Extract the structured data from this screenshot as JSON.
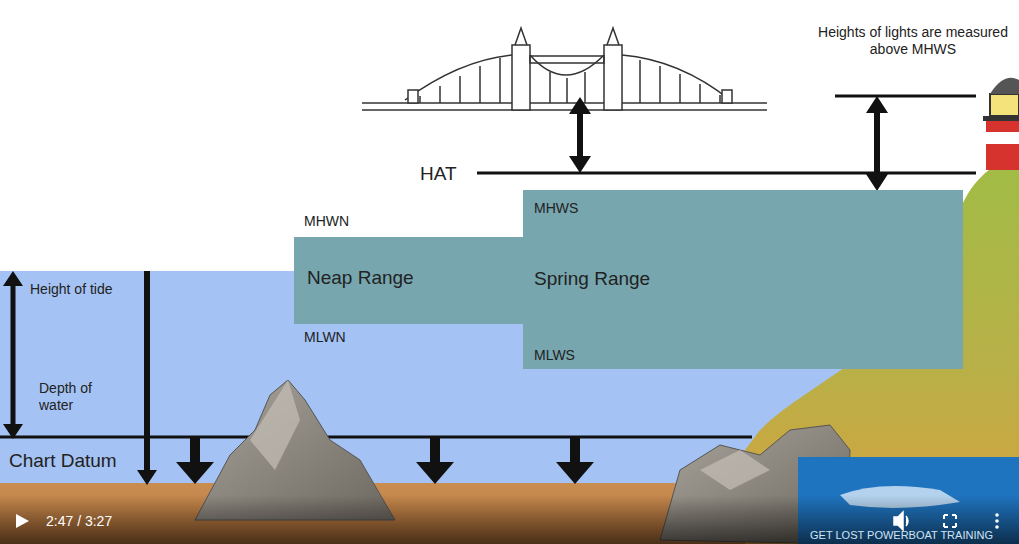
{
  "diagram": {
    "nodes": [
      {
        "text": [
          "MHWN",
          "Neap Range",
          "MLWN"
        ]
      },
      {
        "text": [
          "MHWS",
          "Spring Range",
          "MLWS"
        ]
      }
    ],
    "labels": [
      "Heights of lights are measured above MHWS",
      "HAT",
      "Height of tide",
      "Depth of water",
      "Chart Datum",
      "2:47 / 3:27",
      "GET LOST POWERBOAT TRAINING"
    ]
  }
}
